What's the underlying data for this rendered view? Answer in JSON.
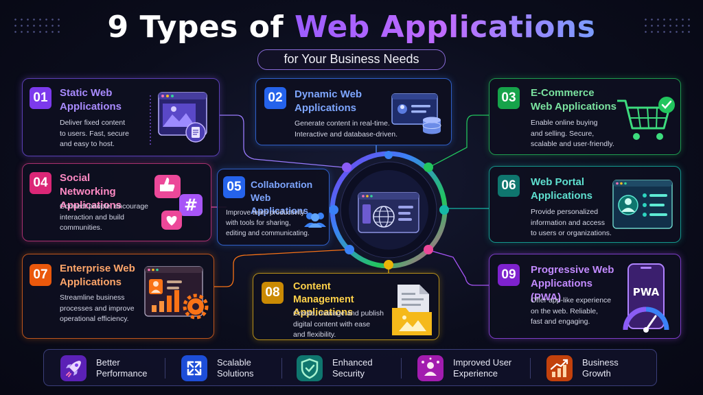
{
  "header": {
    "title_prefix": "9 Types of",
    "title_highlight": "Web Applications",
    "subtitle": "for Your Business Needs"
  },
  "cards": [
    {
      "number": "01",
      "title": "Static Web Applications",
      "desc_lines": [
        "Deliver fixed content",
        "to users. Fast, secure",
        "and easy to host."
      ],
      "accent": "#8b5cf6",
      "icon": "static-page-icon"
    },
    {
      "number": "02",
      "title": "Dynamic Web Applications",
      "desc_lines": [
        "Generate content in real-time.",
        "Interactive and database-driven."
      ],
      "accent": "#3b82f6",
      "icon": "database-icon"
    },
    {
      "number": "03",
      "title": "E-Commerce Web Applications",
      "desc_lines": [
        "Enable online buying",
        "and selling. Secure,",
        "scalable and user-friendly."
      ],
      "accent": "#22c55e",
      "icon": "shopping-cart-icon"
    },
    {
      "number": "04",
      "title": "Social Networking Applications",
      "desc_lines": [
        "Connect people, encourage",
        "interaction and build",
        "communities."
      ],
      "accent": "#ec4899",
      "icon": "social-icon"
    },
    {
      "number": "05",
      "title": "Collaboration Web Applications",
      "desc_lines": [
        "Improve team productivity",
        "with tools for sharing,",
        "editing and communicating."
      ],
      "accent": "#3b82f6",
      "icon": "team-icon"
    },
    {
      "number": "06",
      "title": "Web Portal Applications",
      "desc_lines": [
        "Provide personalized",
        "information and access",
        "to users or organizations."
      ],
      "accent": "#14b8a6",
      "icon": "portal-icon"
    },
    {
      "number": "07",
      "title": "Enterprise Web Applications",
      "desc_lines": [
        "Streamline business",
        "processes and improve",
        "operational efficiency."
      ],
      "accent": "#f97316",
      "icon": "enterprise-icon"
    },
    {
      "number": "08",
      "title": "Content Management Applications",
      "desc_lines": [
        "Create, manage and publish",
        "digital content with ease",
        "and flexibility."
      ],
      "accent": "#eab308",
      "icon": "folder-icon"
    },
    {
      "number": "09",
      "title": "Progressive Web Applications (PWA)",
      "desc_lines": [
        "Offer app-like experience",
        "on the web. Reliable,",
        "fast and engaging."
      ],
      "accent": "#a855f7",
      "icon": "pwa-phone-icon",
      "art_label": "PWA"
    }
  ],
  "features": [
    {
      "label": "Better Performance",
      "icon": "rocket-icon",
      "color": "#7c3aed"
    },
    {
      "label": "Scalable Solutions",
      "icon": "expand-icon",
      "color": "#2563eb"
    },
    {
      "label": "Enhanced Security",
      "icon": "shield-icon",
      "color": "#0d9488"
    },
    {
      "label": "Improved User Experience",
      "icon": "user-experience-icon",
      "color": "#c026d3"
    },
    {
      "label": "Business Growth",
      "icon": "growth-chart-icon",
      "color": "#ea580c"
    }
  ]
}
